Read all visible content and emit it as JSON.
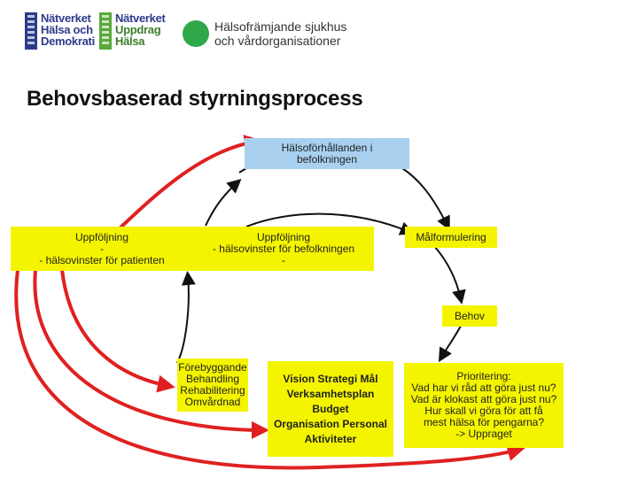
{
  "logos": {
    "logo1": [
      "Nätverket",
      "Hälsa och",
      "Demokrati"
    ],
    "logo2": [
      "Nätverket",
      "Uppdrag",
      "Hälsa"
    ],
    "logo3": [
      "Hälsofrämjande sjukhus",
      "och vårdorganisationer"
    ]
  },
  "title": "Behovsbaserad styrningsprocess",
  "boxes": {
    "halsoforhallanden": "Hälsoförhållanden i\nbefolkningen",
    "uppfoljning_patienter": "Uppföljning\n-\n- hälsovinster för patienten",
    "uppfoljning_befolkning": "Uppföljning\n- hälsovinster för befolkningen\n-",
    "malformulering": "Målformulering",
    "behov": "Behov",
    "forebyggande": "Förebyggande\nBehandling\nRehabilitering\nOmvårdnad",
    "vision": "Vision Strategi Mål\nVerksamhetsplan\nBudget\nOrganisation Personal\nAktiviteter",
    "prioritering": "Prioritering:\nVad har vi råd att göra just nu?\nVad är klokast att göra just nu?\nHur skall vi göra för att få\nmest hälsa för pengarna?\n-> Uppraget"
  },
  "colors": {
    "blue_box": "#a9d0ef",
    "yellow_box": "#f4f400",
    "black_cycle": "#111111",
    "red_arrows": "#e02020"
  }
}
